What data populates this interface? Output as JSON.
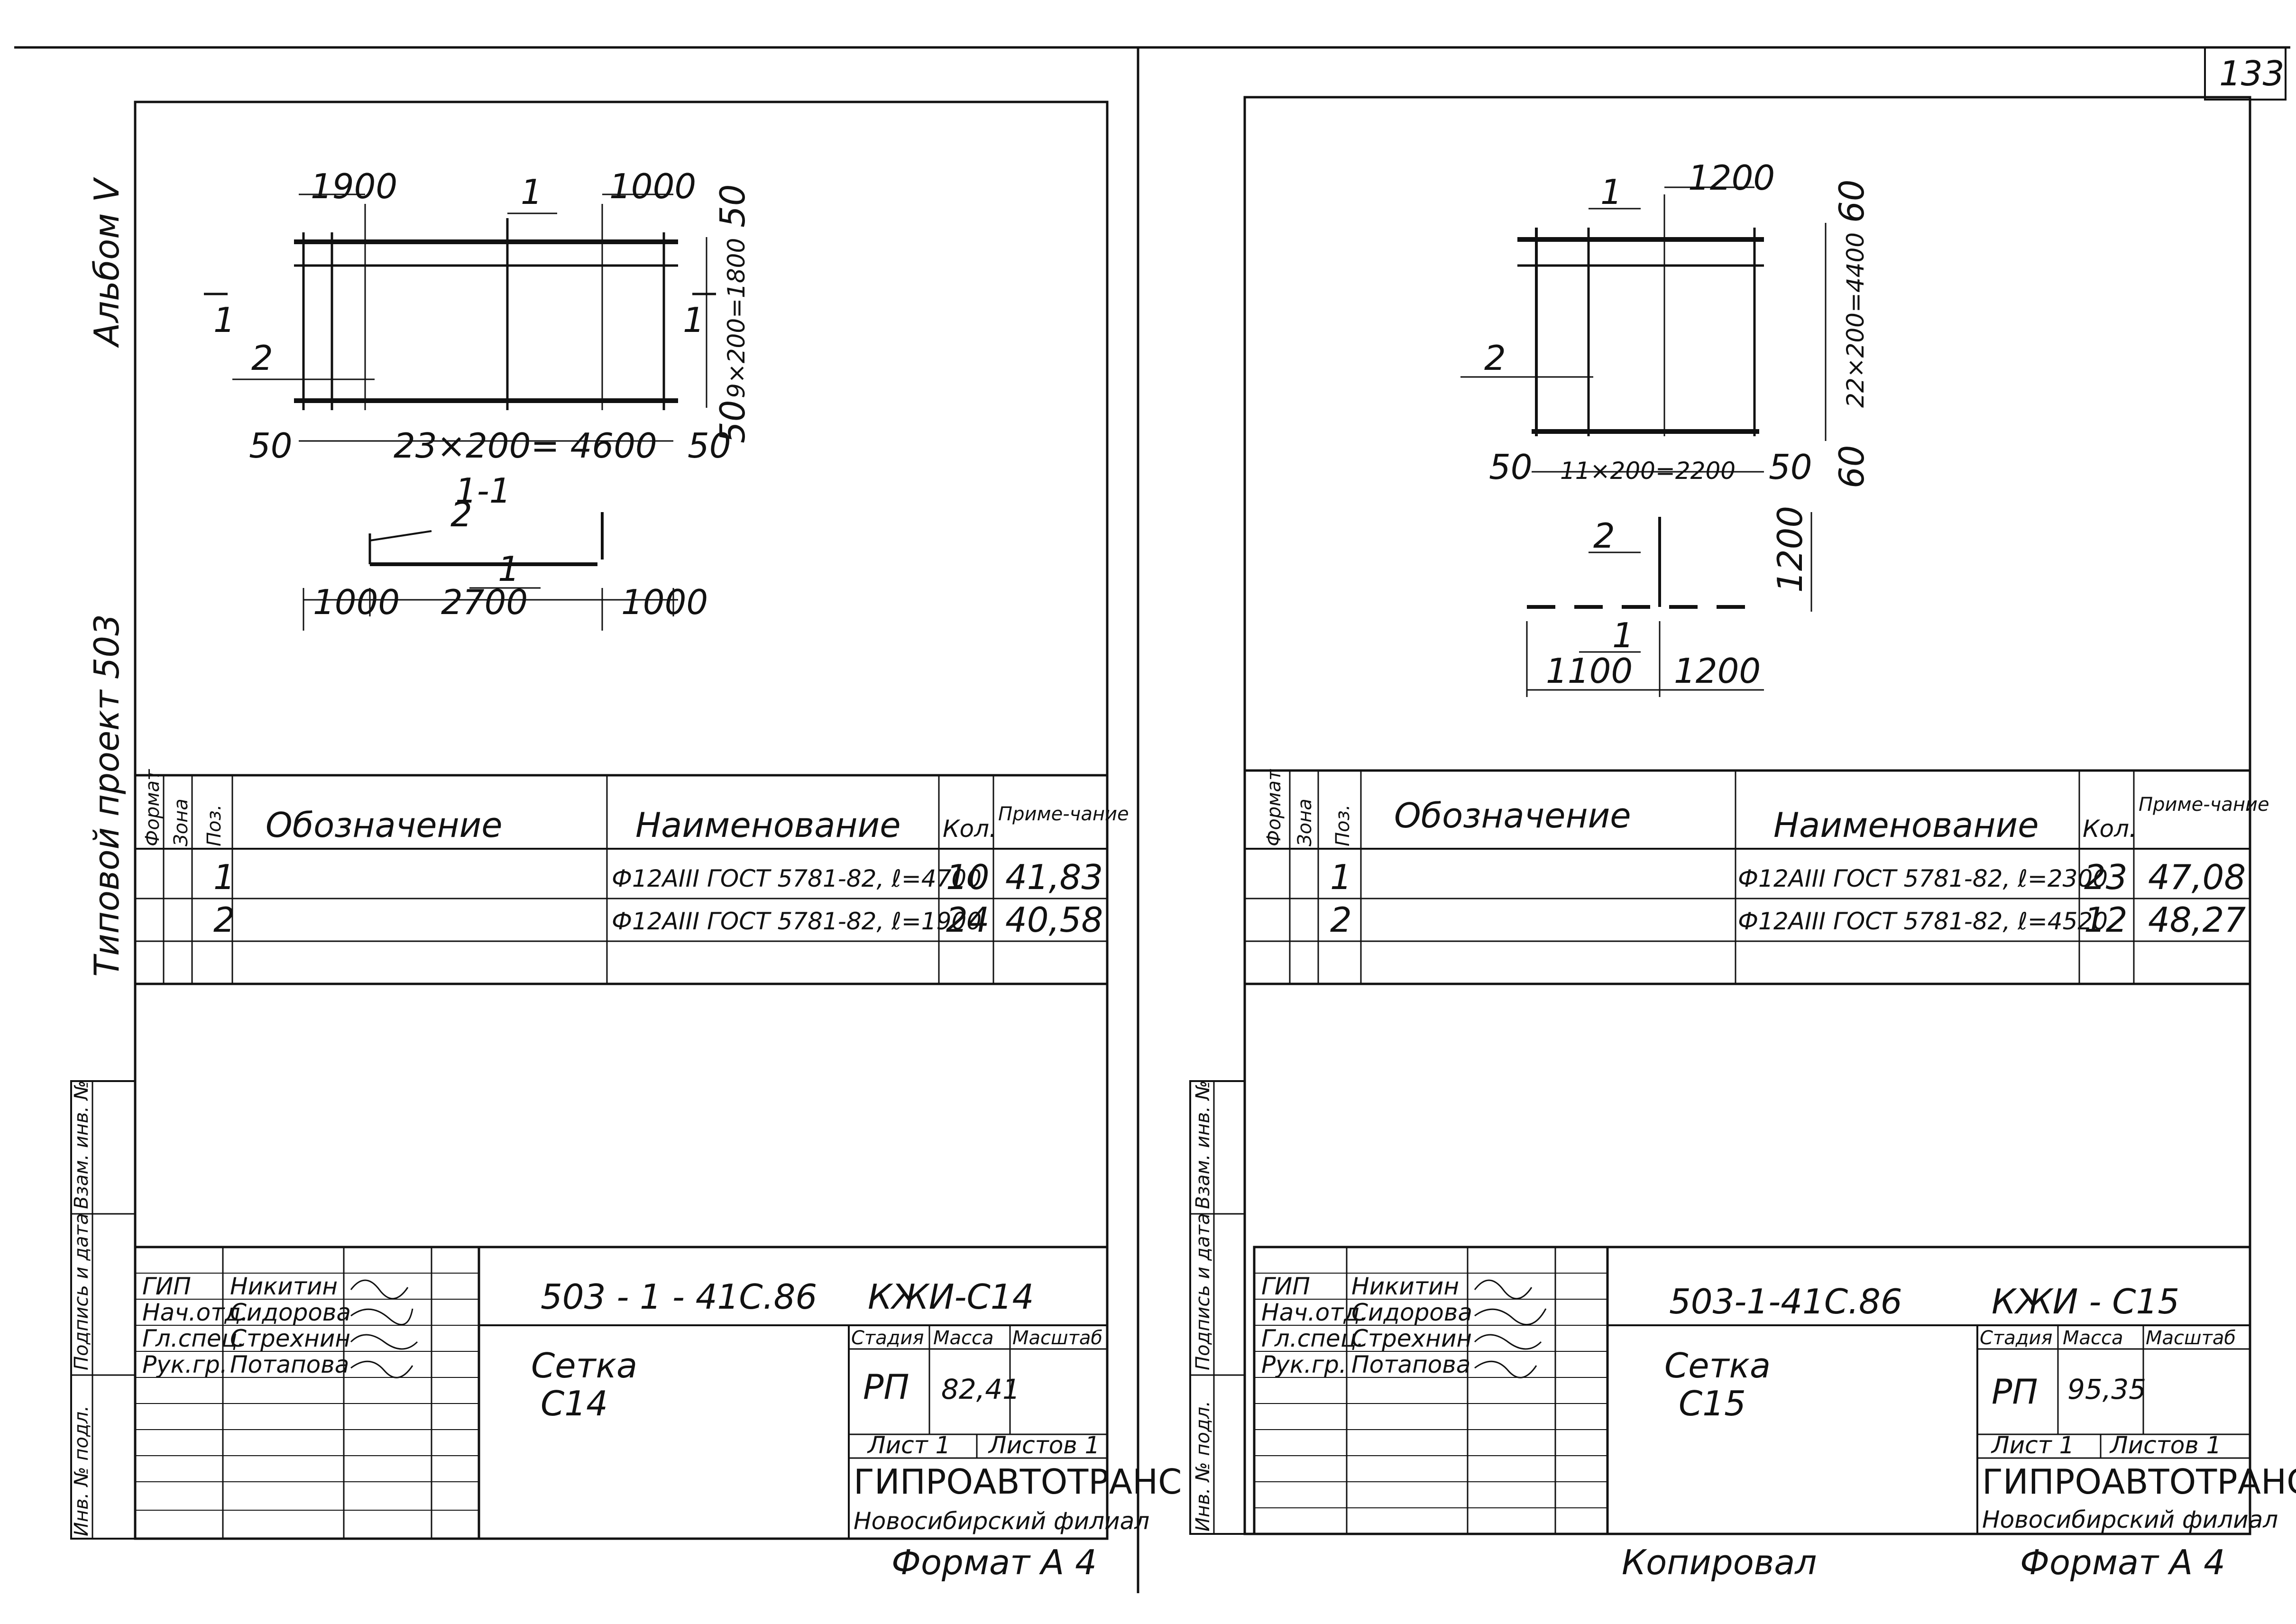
{
  "page_number": "133",
  "album_label": "Альбом V",
  "project_label": "Типовой проект 503",
  "copied_by": "Копировал",
  "format_label": "Формат А 4",
  "side_stamp": {
    "col1": "Инв. № подл.",
    "col2": "Подпись и дата",
    "col3": "Взам. инв. №"
  },
  "spec_headers": {
    "format": "Формат",
    "zone": "Зона",
    "pos": "Поз.",
    "designation": "Обозначение",
    "name": "Наименование",
    "qty": "Кол.",
    "note": "Приме-чание"
  },
  "title_block_people": [
    {
      "role": "ГИП",
      "name": "Никитин"
    },
    {
      "role": "Нач.отд.",
      "name": "Сидорова"
    },
    {
      "role": "Гл.спец.",
      "name": "Стрехнин"
    },
    {
      "role": "Рук.гр.",
      "name": "Потапова"
    }
  ],
  "title_block_labels": {
    "stage": "Стадия",
    "mass": "Масса",
    "scale": "Масштаб",
    "sheet": "Лист 1",
    "sheets": "Листов 1",
    "org": "ГИПРОАВТОТРАНС",
    "branch": "Новосибирский филиал"
  },
  "sheets": [
    {
      "doc_code": "503 - 1 - 41С.86",
      "mark": "КЖИ-С14",
      "title_line1": "Сетка",
      "title_line2": "С14",
      "stage": "РП",
      "mass": "82,41",
      "spec_rows": [
        {
          "pos": "1",
          "name": "Ф12АIII ГОСТ 5781-82, ℓ=4700",
          "qty": "10",
          "note": "41,83"
        },
        {
          "pos": "2",
          "name": "Ф12АIII ГОСТ 5781-82, ℓ=1900",
          "qty": "24",
          "note": "40,58"
        }
      ],
      "dims": {
        "top_left": "1900",
        "top_right": "1000",
        "right_top": "50",
        "right_mid": "9×200=1800",
        "right_bot": "50",
        "bottom_left": "50",
        "bottom_mid": "23×200= 4600",
        "bottom_right": "50",
        "pos1": "1",
        "pos2": "2",
        "section_mark": "1",
        "section_title": "1-1",
        "sec_pos1": "1",
        "sec_pos2": "2",
        "sec_left": "1000",
        "sec_mid": "2700",
        "sec_right": "1000"
      }
    },
    {
      "doc_code": "503-1-41С.86",
      "mark": "КЖИ - С15",
      "title_line1": "Сетка",
      "title_line2": "С15",
      "stage": "РП",
      "mass": "95,35",
      "spec_rows": [
        {
          "pos": "1",
          "name": "Ф12АIII ГОСТ 5781-82, ℓ=2300",
          "qty": "23",
          "note": "47,08"
        },
        {
          "pos": "2",
          "name": "Ф12АIII ГОСТ 5781-82, ℓ=4520",
          "qty": "12",
          "note": "48,27"
        }
      ],
      "dims": {
        "top": "1200",
        "right_top": "60",
        "right_mid": "22×200=4400",
        "right_bot": "60",
        "bottom_left": "50",
        "bottom_mid": "11×200=2200",
        "bottom_right": "50",
        "pos1": "1",
        "pos2": "2",
        "sec_pos1": "1",
        "sec_pos2": "2",
        "sec_height": "1200",
        "sec_left": "1100",
        "sec_right": "1200"
      }
    }
  ]
}
